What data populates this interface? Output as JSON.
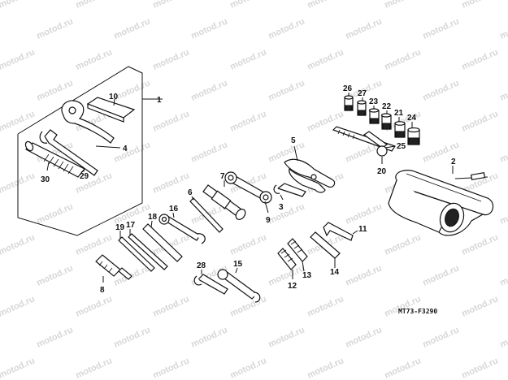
{
  "watermark": {
    "text": "motod.ru"
  },
  "drawing_code": "MT73-F3290",
  "callouts": {
    "c1": "1",
    "c2": "2",
    "c3": "3",
    "c4": "4",
    "c5": "5",
    "c6": "6",
    "c7": "7",
    "c8": "8",
    "c9": "9",
    "c10": "10",
    "c11": "11",
    "c12": "12",
    "c13": "13",
    "c14": "14",
    "c15": "15",
    "c16": "16",
    "c17": "17",
    "c18": "18",
    "c19": "19",
    "c20": "20",
    "c21": "21",
    "c22": "22",
    "c23": "23",
    "c24": "24",
    "c25": "25",
    "c26": "26",
    "c27": "27",
    "c28": "28",
    "c29": "29",
    "c30": "30"
  }
}
